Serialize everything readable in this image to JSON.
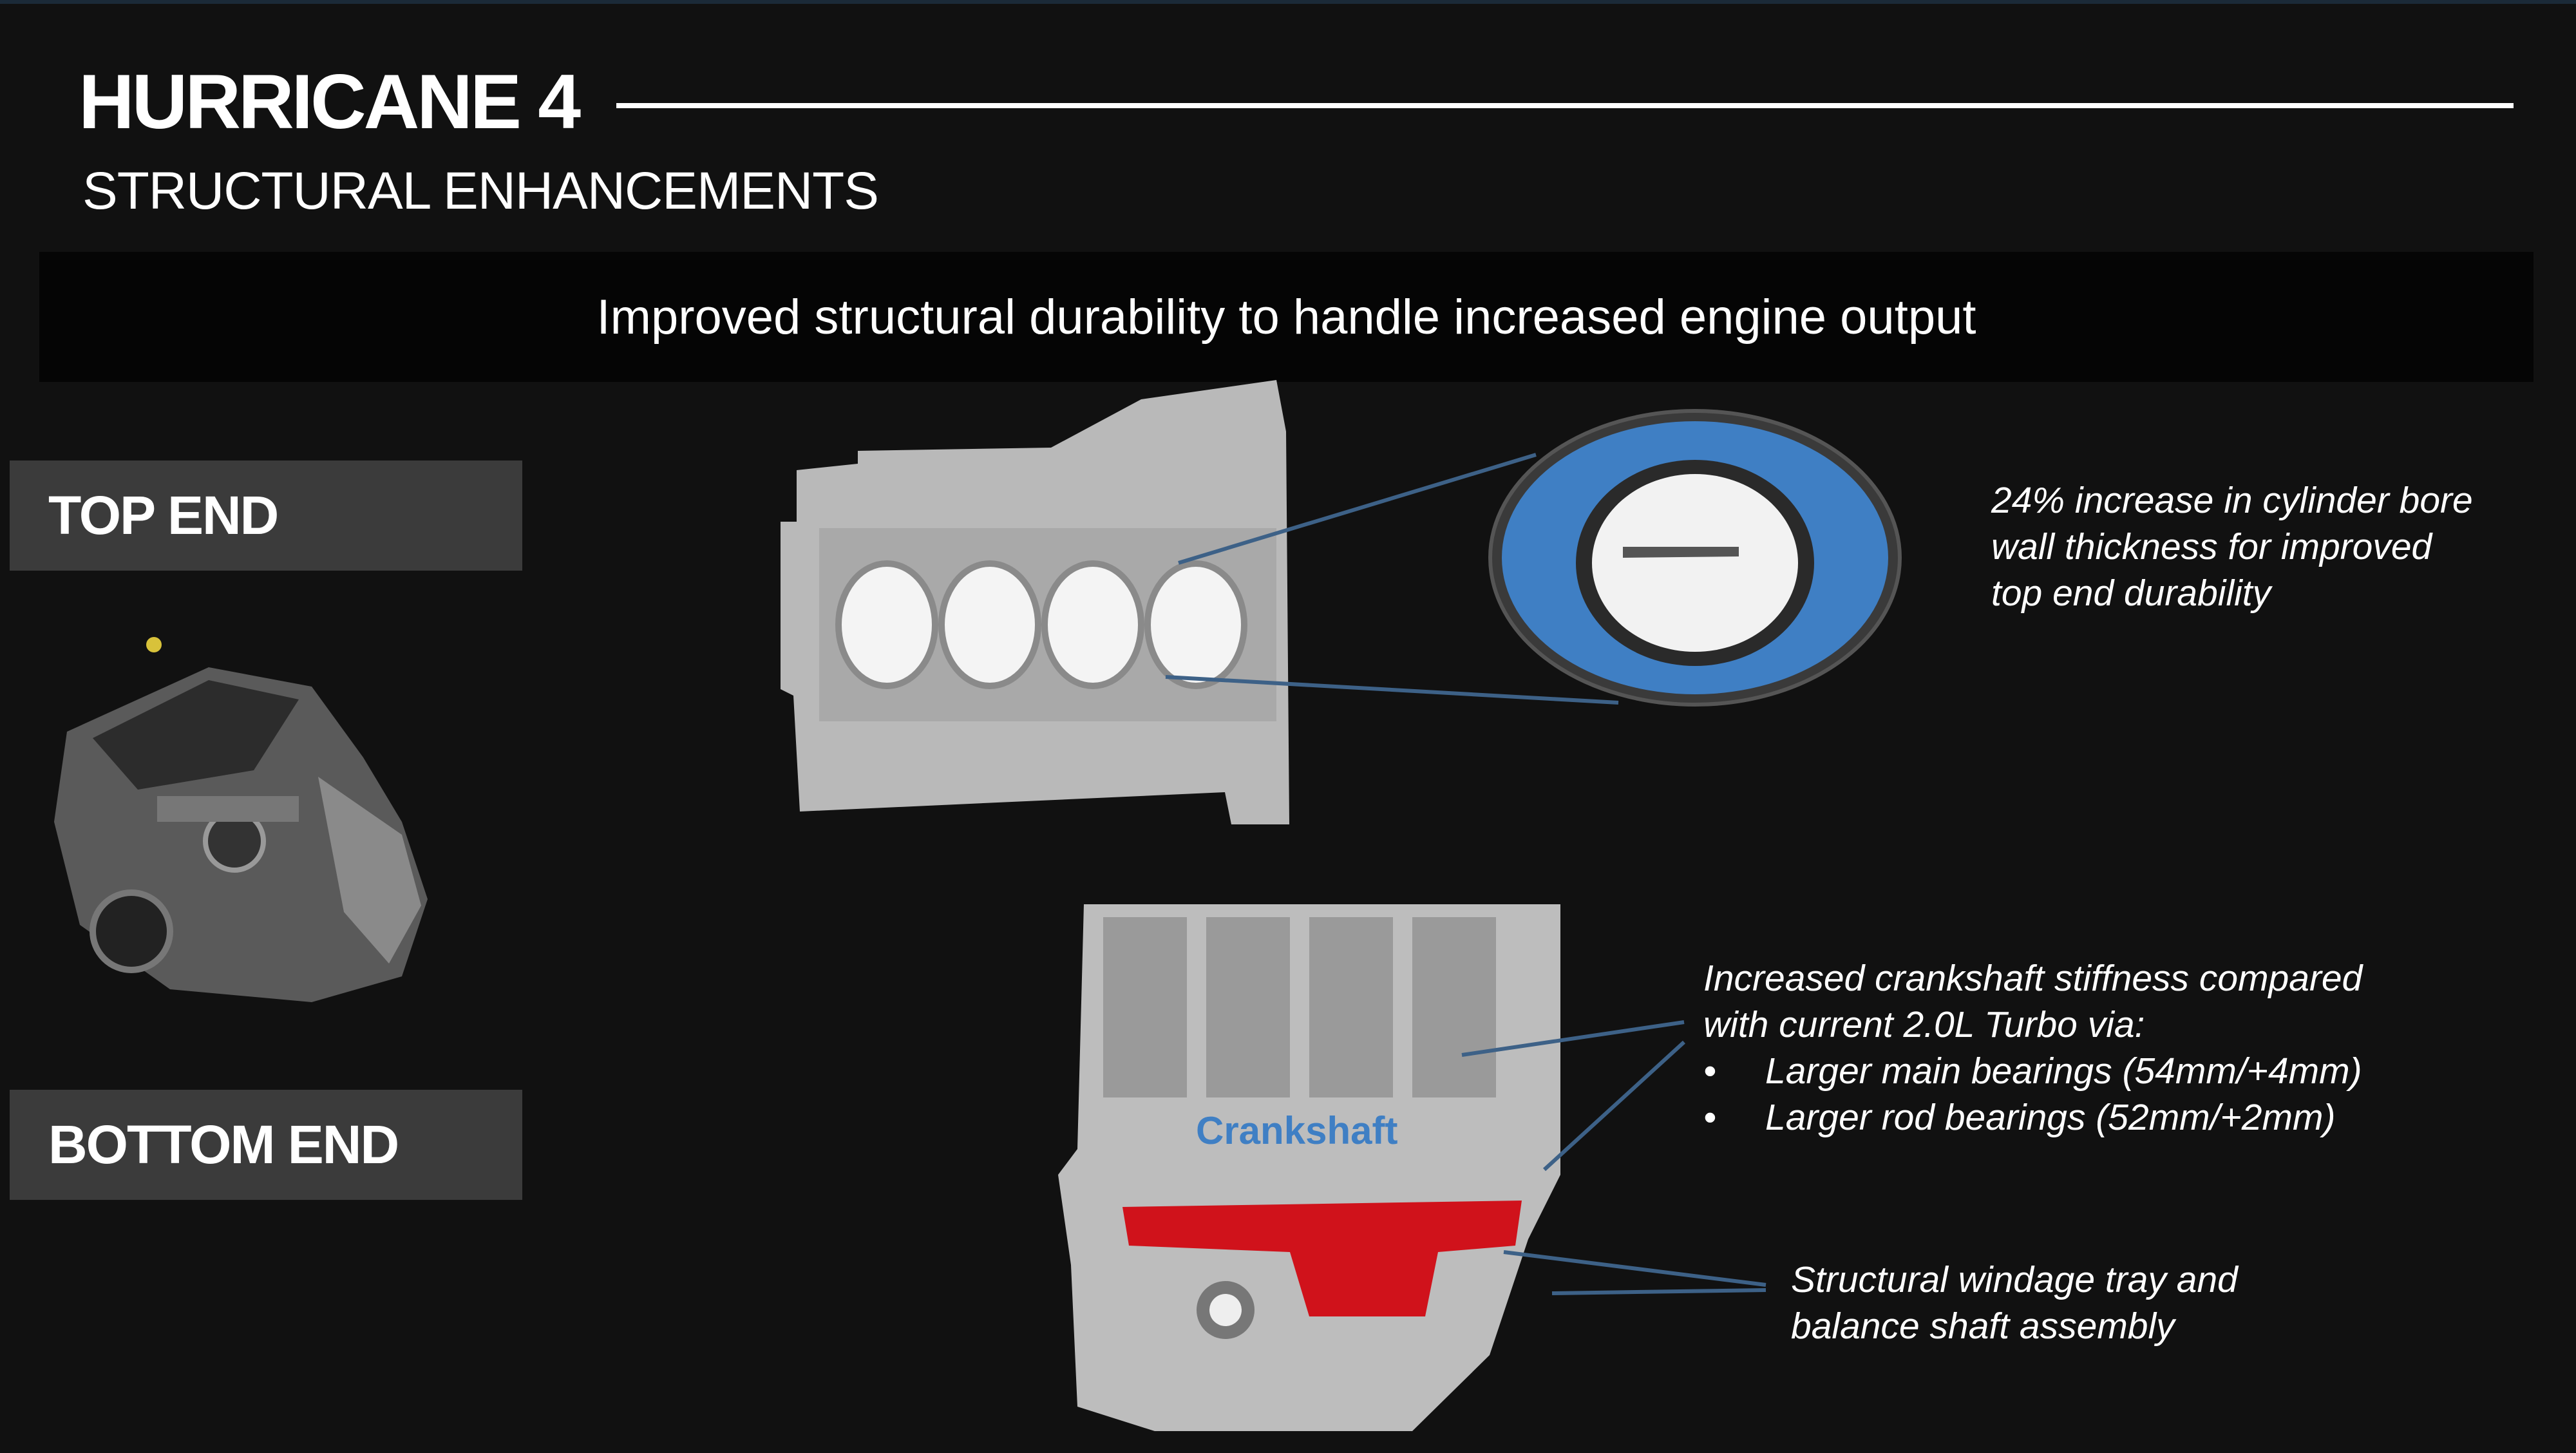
{
  "header": {
    "title": "HURRICANE 4",
    "subtitle": "STRUCTURAL ENHANCEMENTS"
  },
  "banner": {
    "text": "Improved structural durability to handle increased engine output"
  },
  "sections": {
    "top_end": "TOP END",
    "bottom_end": "BOTTOM END"
  },
  "top_callout": {
    "lines": [
      "24% increase in cylinder bore",
      "wall thickness for improved",
      "top end durability"
    ]
  },
  "crank_callout": {
    "lines": [
      "Increased crankshaft stiffness compared",
      "with current 2.0L Turbo via:"
    ],
    "bullet_char": "•",
    "bullets": [
      "Larger main bearings (54mm/+4mm)",
      "Larger rod bearings (52mm/+2mm)"
    ]
  },
  "windage_callout": {
    "lines": [
      "Structural windage tray and",
      "balance shaft assembly"
    ]
  },
  "image_labels": {
    "crankshaft": "Crankshaft"
  },
  "colors": {
    "background": "#111111",
    "callout_line": "#3d6187",
    "highlight_red": "#d0121b",
    "bore_blue": "#3f7fc4"
  }
}
